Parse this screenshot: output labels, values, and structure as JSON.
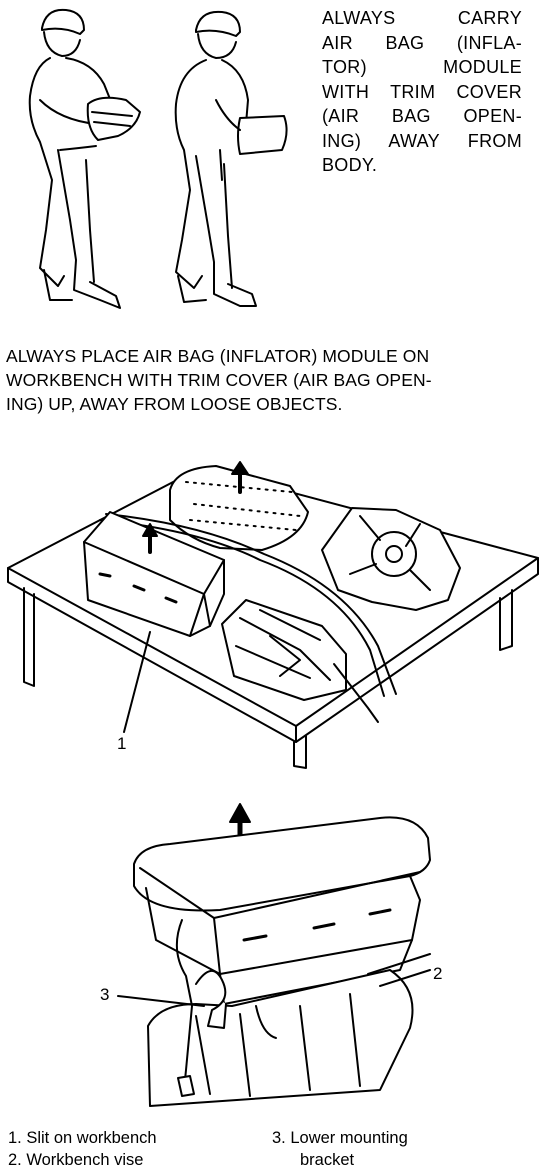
{
  "captions": {
    "carry": [
      "ALWAYS CARRY",
      "AIR BAG (INFLA-",
      "TOR) MODULE",
      "WITH TRIM COVER",
      "(AIR BAG OPEN-",
      "ING) AWAY FROM",
      "BODY."
    ],
    "place": [
      "ALWAYS PLACE AIR BAG (INFLATOR) MODULE ON",
      "WORKBENCH WITH TRIM COVER (AIR BAG OPEN-",
      "ING) UP, AWAY FROM LOOSE OBJECTS."
    ]
  },
  "callouts": {
    "bench_item": "1",
    "vise_item": "2",
    "bracket_item": "3"
  },
  "legend": {
    "item1": "1. Slit on workbench",
    "item2": "2. Workbench vise",
    "item3_line1": "3. Lower mounting",
    "item3_line2": "bracket"
  }
}
